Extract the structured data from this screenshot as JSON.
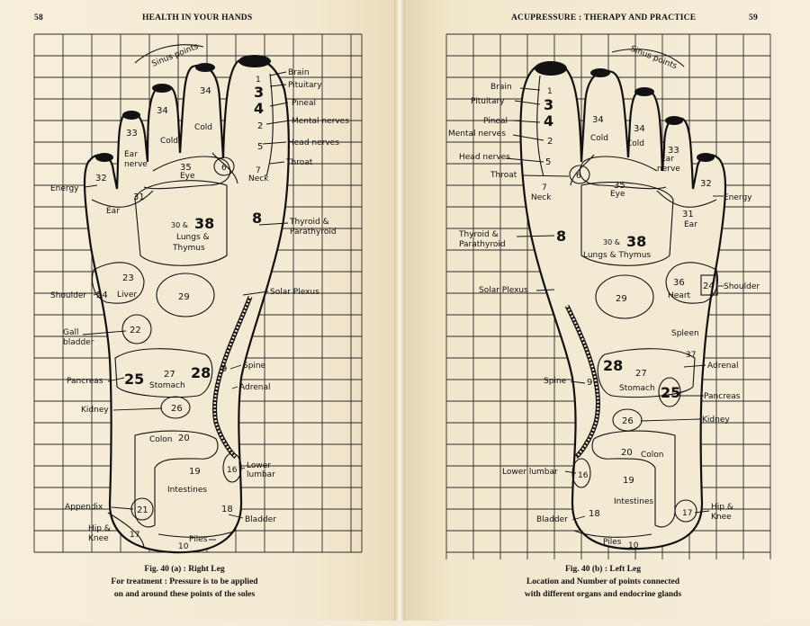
{
  "left": {
    "page_number": "58",
    "running_head": "HEALTH IN YOUR HANDS",
    "caption": [
      "Fig. 40 (a) : Right Leg",
      "For treatment : Pressure is to be applied",
      "on and around these points of the soles"
    ],
    "labels": {
      "sinus": "Sinus points",
      "brain": "Brain",
      "pituitary": "Pituitary",
      "pineal": "Pineal",
      "mental": "Mental nerves",
      "head_nerves": "Head nerves",
      "throat": "Throat",
      "thyroid1": "Thyroid &",
      "thyroid2": "Parathyroid",
      "solar": "Solar Plexus",
      "spine": "Spine",
      "adrenal": "Adrenal",
      "lower1": "Lower",
      "lower2": "lumbar",
      "bladder": "Bladder",
      "piles": "Piles",
      "hip1": "Hip &",
      "hip2": "Knee",
      "appendix": "Appendix",
      "intestines": "Intestines",
      "colon": "Colon",
      "kidney": "Kidney",
      "pancreas": "Pancreas",
      "stomach": "Stomach",
      "gall1": "Gall",
      "gall2": "bladder",
      "shoulder": "Shoulder",
      "liver": "Liver",
      "energy": "Energy",
      "ear": "Ear",
      "ear_nerve1": "Ear",
      "ear_nerve2": "nerve",
      "cold_a": "Cold",
      "cold_b": "Cold",
      "eye": "Eye",
      "neck": "Neck",
      "lungs1": "Lungs &",
      "lungs2": "Thymus",
      "n30": "30 &"
    },
    "numbers": {
      "n1": "1",
      "n3": "3",
      "n4": "4",
      "n2": "2",
      "n5": "5",
      "n6": "6",
      "n7": "7",
      "n8": "8",
      "n9": "9",
      "n10": "10",
      "n16": "16",
      "n17": "17",
      "n18": "18",
      "n19": "19",
      "n20": "20",
      "n21": "21",
      "n22": "22",
      "n23": "23",
      "n24": "24",
      "n25": "25",
      "n26": "26",
      "n27": "27",
      "n28": "28",
      "n29": "29",
      "n31": "31",
      "n32": "32",
      "n33": "33",
      "n34a": "34",
      "n34b": "34",
      "n35": "35",
      "n38": "38"
    }
  },
  "right": {
    "page_number": "59",
    "running_head": "ACUPRESSURE : THERAPY AND PRACTICE",
    "caption": [
      "Fig. 40 (b) : Left Leg",
      "Location and Number of points connected",
      "with different organs and endocrine glands"
    ],
    "labels": {
      "sinus": "Sinus points",
      "brain": "Brain",
      "pituitary": "Pituitary",
      "pineal": "Pineal",
      "mental": "Mental nerves",
      "head_nerves": "Head nerves",
      "throat": "Throat",
      "thyroid1": "Thyroid &",
      "thyroid2": "Parathyroid",
      "solar": "Solar Plexus",
      "spine": "Spine",
      "adrenal": "Adrenal",
      "lower": "Lower lumbar",
      "bladder": "Bladder",
      "piles": "Piles",
      "hip1": "Hip &",
      "hip2": "Knee",
      "intestines": "Intestines",
      "colon": "Colon",
      "kidney": "Kidney",
      "pancreas": "Pancreas",
      "stomach": "Stomach",
      "spleen": "Spleen",
      "heart": "Heart",
      "shoulder": "Shoulder",
      "energy": "Energy",
      "ear": "Ear",
      "ear_nerve1": "Ear",
      "ear_nerve2": "nerve",
      "cold_a": "Cold",
      "cold_b": "Cold",
      "eye": "Eye",
      "neck": "Neck",
      "lungs": "Lungs & Thymus",
      "n30": "30 &"
    },
    "numbers": {
      "n1": "1",
      "n3": "3",
      "n4": "4",
      "n2": "2",
      "n5": "5",
      "n6": "6",
      "n7": "7",
      "n8": "8",
      "n9": "9",
      "n10": "10",
      "n16": "16",
      "n17": "17",
      "n18": "18",
      "n19": "19",
      "n20": "20",
      "n24": "24",
      "n25": "25",
      "n26": "26",
      "n27": "27",
      "n28": "28",
      "n29": "29",
      "n31": "31",
      "n32": "32",
      "n33": "33",
      "n34a": "34",
      "n34b": "34",
      "n35": "35",
      "n36": "36",
      "n37": "37",
      "n38": "38"
    }
  }
}
